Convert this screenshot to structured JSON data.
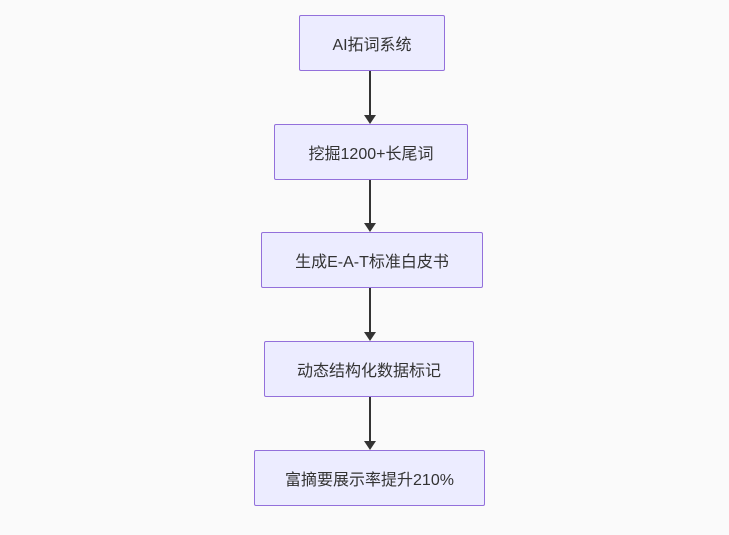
{
  "flowchart": {
    "type": "flowchart",
    "direction": "top-down",
    "nodes": [
      {
        "id": "A",
        "label": "AI拓词系统"
      },
      {
        "id": "B",
        "label": "挖掘1200+长尾词"
      },
      {
        "id": "C",
        "label": "生成E-A-T标准白皮书"
      },
      {
        "id": "D",
        "label": "动态结构化数据标记"
      },
      {
        "id": "E",
        "label": "富摘要展示率提升210%"
      }
    ],
    "edges": [
      {
        "from": "A",
        "to": "B"
      },
      {
        "from": "B",
        "to": "C"
      },
      {
        "from": "C",
        "to": "D"
      },
      {
        "from": "D",
        "to": "E"
      }
    ],
    "colors": {
      "node_fill": "#ECECFF",
      "node_border": "#9370DB",
      "arrow": "#333333",
      "text": "#333333",
      "background": "#FAFAFA"
    }
  }
}
